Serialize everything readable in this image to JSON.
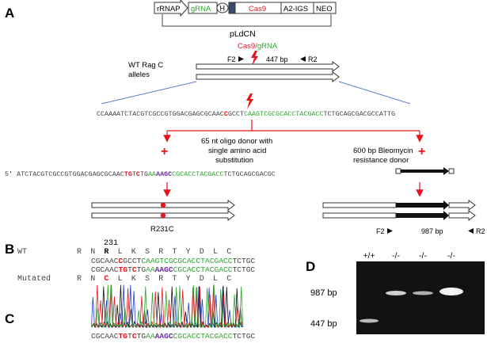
{
  "panels": {
    "a": "A",
    "b": "B",
    "c": "C",
    "d": "D"
  },
  "colors": {
    "green": "#2ca42c",
    "red": "#e8131b",
    "purple": "#6b2fa0",
    "gray_seq": "#444444"
  },
  "plasmid": {
    "name": "pLdCN",
    "elements": [
      "rRNAP",
      "gRNA",
      "H",
      "Cas9",
      "A2-IGS",
      "NEO"
    ]
  },
  "cut_label": {
    "cas9": "Cas9",
    "slash": "/",
    "grna": "gRNA"
  },
  "alleles": {
    "label_line1": "WT Rag C",
    "label_line2": "alleles",
    "f2": "F2",
    "size": "447 bp",
    "r2": "R2"
  },
  "wt_sequence": {
    "part1": "CCAAAATCTACGTCGCCGTGGACGAGCGCAAC",
    "red": "C",
    "part2": "GCCT",
    "green": "CAAGTCGCGCACCTACGACC",
    "part3": "TCTGCAGCGACGCCATTG"
  },
  "donor_oligo": {
    "line1": "65 nt oligo donor with",
    "line2": "single amino acid",
    "line3": "substitution"
  },
  "donor_bleo": {
    "line1": "600 bp Bleomycin",
    "line2": "resistance donor"
  },
  "plus": "+",
  "mut_sequence": {
    "prefix": "5'",
    "part1": "ATCTACGTCGCCGTGGACGAGCGCAAC",
    "red1": "TG",
    "mid1": "T",
    "red2": "C",
    "mid2": "TG",
    "green1": "AA",
    "purple": "AAGC",
    "green2": "CGCACCTACGACC",
    "part3": "TCTGCAGCGACGC"
  },
  "mutation_label": "R231C",
  "bleo_result": {
    "f2": "F2",
    "size": "987 bp",
    "r2": "R2"
  },
  "panel_b": {
    "position": "231",
    "wt_label": "WT",
    "mut_label": "Mutated",
    "wt_aa": [
      "R",
      "N",
      "R",
      "L",
      "K",
      "S",
      "R",
      "T",
      "Y",
      "D",
      "L",
      "C"
    ],
    "mut_aa": [
      "R",
      "N",
      "C",
      "L",
      "K",
      "S",
      "R",
      "T",
      "Y",
      "D",
      "L",
      "C"
    ],
    "wt_seq": {
      "a": "CGCAAC",
      "red": "C",
      "b": "GCCT",
      "green": "CAAGTCGCGCACCTACGACC",
      "c": "TCTGC"
    },
    "mut_seq": {
      "a": "CGCAAC",
      "red1": "TG",
      "b": "T",
      "red2": "C",
      "c": "TG",
      "green1": "AA",
      "purple": "AAGC",
      "green2": "CGCACCTACGACC",
      "d": "TCTGC"
    }
  },
  "panel_c": {
    "seq": {
      "a": "CGCAAC",
      "red1": "TG",
      "b": "T",
      "red2": "C",
      "c": "TG",
      "green1": "AA",
      "purple": "AAGC",
      "green2": "CGCACCTACGACC",
      "d": "TCTGC"
    }
  },
  "panel_d": {
    "lanes": [
      "+/+",
      "-/-",
      "-/-",
      "-/-"
    ],
    "marker_high": "987 bp",
    "marker_low": "447 bp"
  }
}
